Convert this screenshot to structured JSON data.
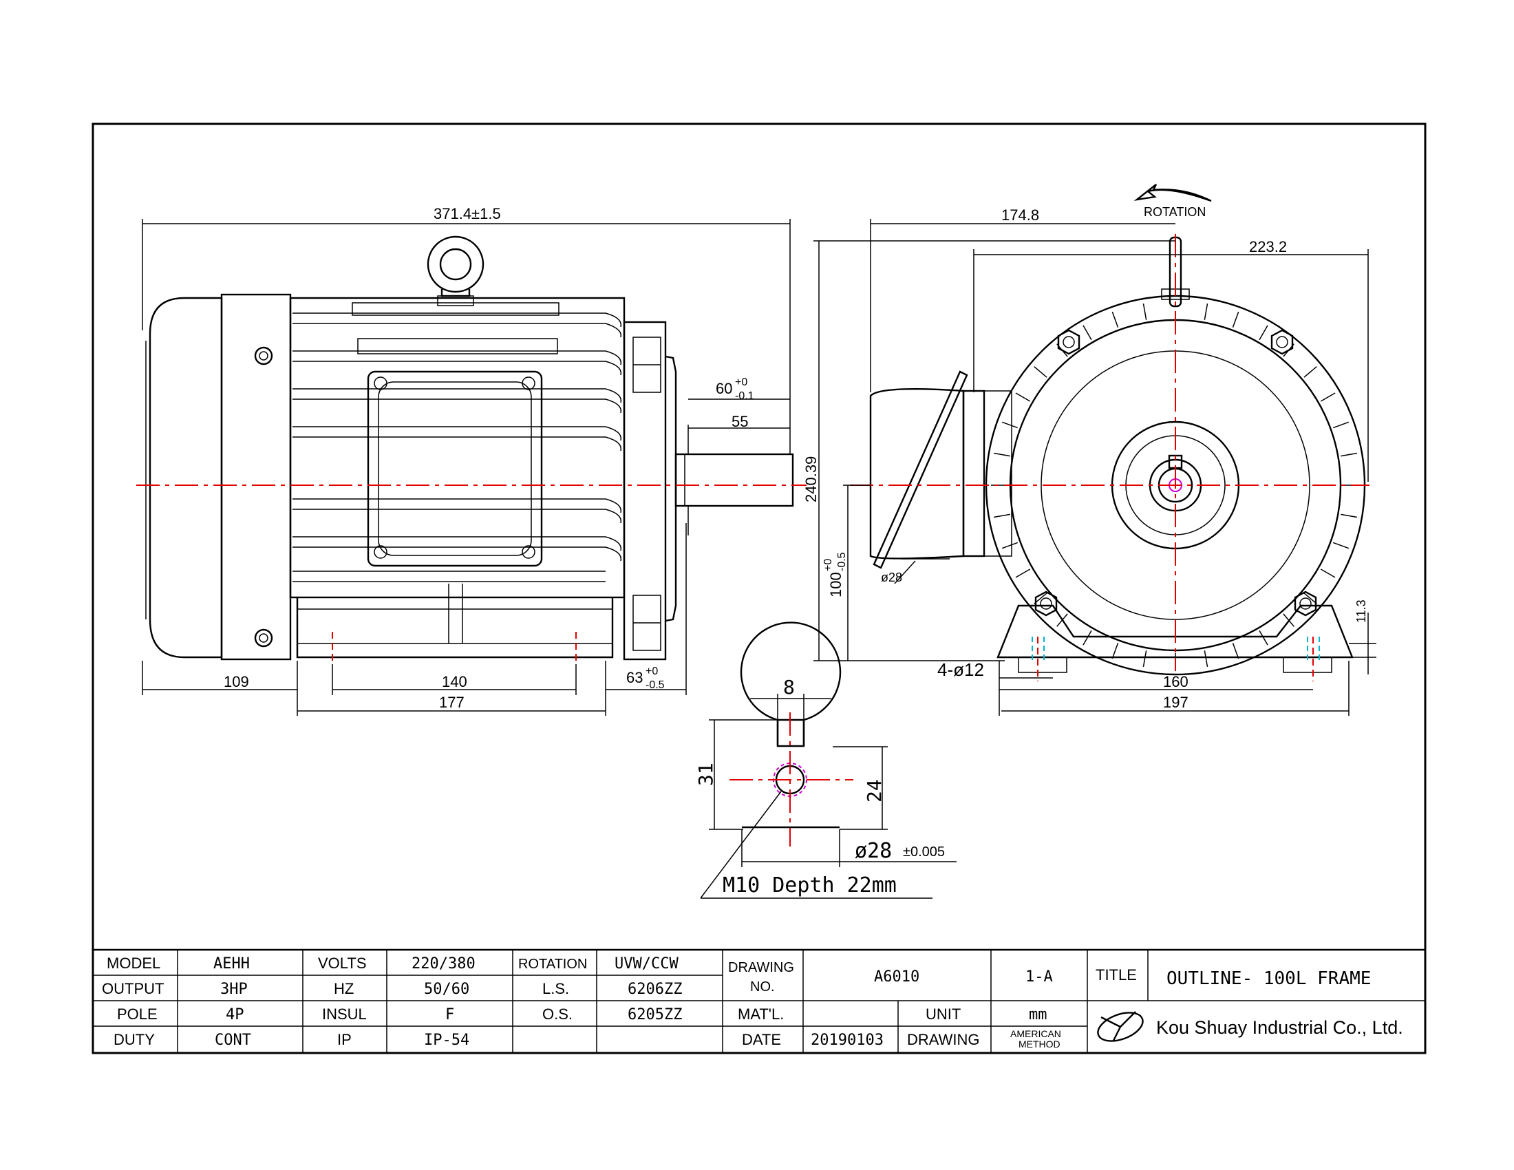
{
  "dimensions": {
    "overall_length": "371.4±1.5",
    "shaft_length_tol": "60",
    "shaft_length_tol_sup": "+0",
    "shaft_length_tol_sub": "-0.1",
    "key_length": "55",
    "rear_to_foot": "109",
    "foot_hole_spacing": "140",
    "foot_length": "177",
    "front_foot": "63",
    "front_foot_sup": "+0",
    "front_foot_sub": "-0.5",
    "overall_height": "240.39",
    "shaft_height": "100",
    "shaft_height_sup": "+0",
    "shaft_height_sub": "-0.5",
    "conduit_dia": "ø28",
    "box_offset": "174.8",
    "fan_dia": "223.2",
    "rotation": "ROTATION",
    "mount_holes": "4-ø12",
    "foot_hole_width": "160",
    "foot_width": "197",
    "foot_thickness": "11.3",
    "key_width": "8",
    "shaft_key_height": "31",
    "shaft_flat": "24",
    "shaft_dia": "ø28",
    "shaft_dia_tol": "±0.005",
    "tap_note": "M10 Depth 22mm"
  },
  "title_block": {
    "rows": [
      [
        "MODEL",
        "AEHH",
        "VOLTS",
        "220/380",
        "ROTATION",
        "UVW/CCW"
      ],
      [
        "OUTPUT",
        "3HP",
        "HZ",
        "50/60",
        "L.S.",
        "6206ZZ"
      ],
      [
        "POLE",
        "4P",
        "INSUL",
        "F",
        "O.S.",
        "6205ZZ"
      ],
      [
        "DUTY",
        "CONT",
        "IP",
        "IP-54",
        "",
        ""
      ]
    ],
    "drawing_no_label_1": "DRAWING",
    "drawing_no_label_2": "NO.",
    "drawing_no": "A6010",
    "revision": "1-A",
    "title_label": "TITLE",
    "title": "OUTLINE- 100L FRAME",
    "material_label": "MAT'L.",
    "material": "",
    "unit_label": "UNIT",
    "unit": "mm",
    "date_label": "DATE",
    "date": "20190103",
    "drawing_label": "DRAWING",
    "method_1": "AMERICAN",
    "method_2": "METHOD",
    "company": "Kou Shuay Industrial Co., Ltd.",
    "logo": "company-logo-icon"
  },
  "colors": {
    "centerline": "#e00000",
    "hole_marker": "#00b7d0",
    "tap_marker": "#d000d0"
  }
}
